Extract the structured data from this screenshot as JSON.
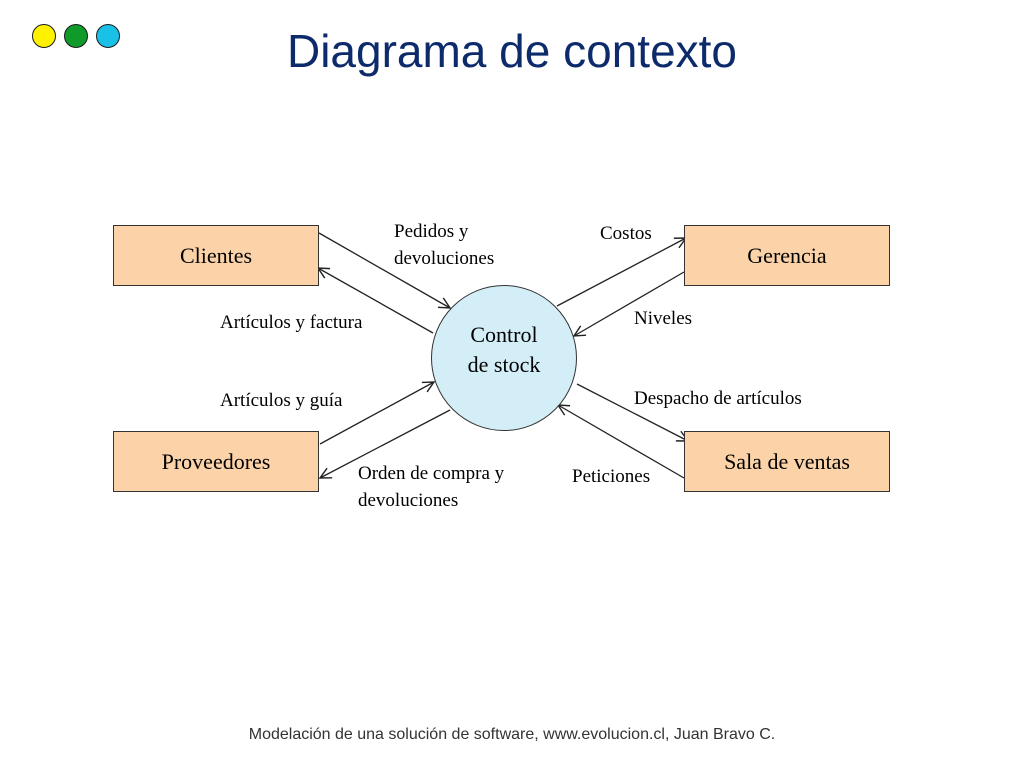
{
  "title": "Diagrama de contexto",
  "decor_dots": [
    "#fff200",
    "#109a2a",
    "#19c0e8"
  ],
  "process": {
    "label": "Control\nde stock"
  },
  "entities": {
    "clientes": "Clientes",
    "gerencia": "Gerencia",
    "proveedores": "Proveedores",
    "sala_ventas": "Sala de ventas"
  },
  "flows": {
    "pedidos": "Pedidos y\ndevoluciones",
    "articulos_factura": "Artículos y factura",
    "costos": "Costos",
    "niveles": "Niveles",
    "articulos_guia": "Artículos y guía",
    "orden_compra": "Orden de compra y\ndevoluciones",
    "despacho": "Despacho de artículos",
    "peticiones": "Peticiones"
  },
  "colors": {
    "title": "#0d2a6b",
    "entity_fill": "#fcd3a8",
    "process_fill": "#d4eef8"
  },
  "footer": "Modelación de una solución de software, www.evolucion.cl, Juan Bravo C."
}
